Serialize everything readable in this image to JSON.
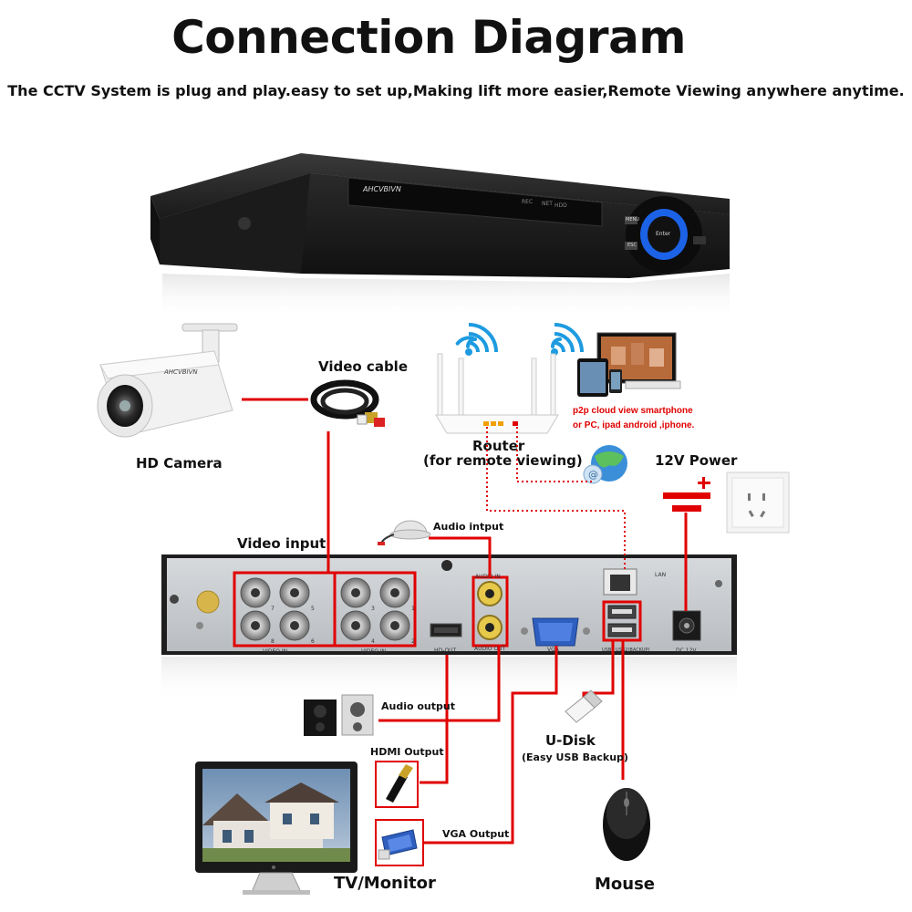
{
  "title": "Connection Diagram",
  "subtitle": "The CCTV System is plug and play.easy to set up,Making lift more easier,Remote Viewing anywhere anytime.",
  "dvr_front": {
    "brand": "AHCVBIVN",
    "indicators": [
      "REC",
      "NET",
      "HDD"
    ],
    "menu_button": "MENU",
    "esc_button": "ESC",
    "enter_button": "Enter"
  },
  "camera": {
    "brand": "AHCVBIVN",
    "label": "HD Camera"
  },
  "video_cable": {
    "label": "Video cable"
  },
  "router": {
    "label_line1": "Router",
    "label_line2": "(for remote viewing)"
  },
  "p2p_note": {
    "line1": "p2p cloud  view smartphone",
    "line2": "or PC, ipad android ,iphone."
  },
  "power": {
    "label": "12V Power"
  },
  "audio_input": {
    "label": "Audio intput"
  },
  "video_input": {
    "label": "Video input"
  },
  "dvr_back": {
    "video_in_left": "VIDEO IN",
    "video_in_right": "VIDEO IN",
    "hdmi_out": "HD-OUT",
    "audio_in": "AUDIO IN",
    "audio_out": "AUDIO OUT",
    "vga": "VGA",
    "lan": "LAN",
    "usb": "USB1 USB2(BACKUP)",
    "dc12v": "DC 12V",
    "bnc_numbers": [
      "7",
      "5",
      "3",
      "1",
      "8",
      "6",
      "4",
      "2"
    ]
  },
  "audio_output": {
    "label": "Audio output"
  },
  "hdmi_output": {
    "label": "HDMI Output"
  },
  "vga_output": {
    "label": "VGA Output"
  },
  "udisk": {
    "label": "U-Disk",
    "sublabel": "(Easy USB Backup)"
  },
  "tv_monitor": {
    "label": "TV/Monitor"
  },
  "mouse": {
    "label": "Mouse"
  },
  "colors": {
    "accent_red": "#e00000",
    "dvr_body": "#1e1e1e",
    "panel": "#c9ccd0",
    "enter_blue": "#1e6cff"
  }
}
